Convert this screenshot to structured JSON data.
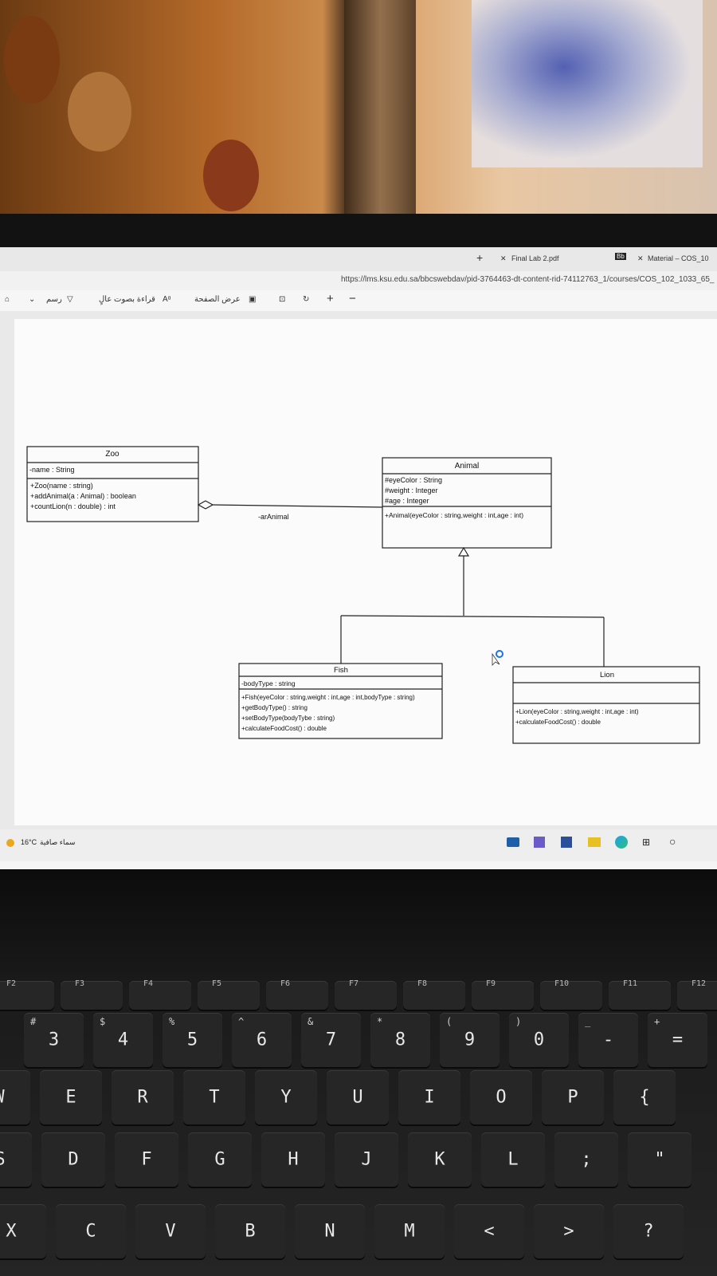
{
  "browser": {
    "tabs": [
      {
        "label": "Final Lab 2.pdf"
      },
      {
        "label": "Material – COS_10"
      }
    ],
    "url": "https://lms.ksu.edu.sa/bbcswebdav/pid-3764463-dt-content-rid-74112763_1/courses/COS_102_1033_65_",
    "toolbar": {
      "draw_label": "رسم",
      "read_aloud_label": "قراءة بصوت عالٍ",
      "page_view_label": "عرض الصفحة",
      "zoom_in": "+",
      "zoom_out": "−"
    }
  },
  "diagram": {
    "zoo": {
      "name": "Zoo",
      "attributes": [
        "-name : String"
      ],
      "methods": [
        "+Zoo(name : string)",
        "+addAnimal(a : Animal) : boolean",
        "+countLion(n : double) : int"
      ]
    },
    "animal": {
      "name": "Animal",
      "attributes": [
        "#eyeColor : String",
        "#weight : Integer",
        "#age : Integer"
      ],
      "methods": [
        "+Animal(eyeColor : string,weight : int,age : int)"
      ]
    },
    "fish": {
      "name": "Fish",
      "attributes": [
        "-bodyType : string"
      ],
      "methods": [
        "+Fish(eyeColor : string,weight : int,age : int,bodyType : string)",
        "+getBodyType() : string",
        "+setBodyType(bodyTybe : string)",
        "+calculateFoodCost() : double"
      ]
    },
    "lion": {
      "name": "Lion",
      "attributes": [],
      "methods": [
        "+Lion(eyeColor : string,weight : int,age : int)",
        "+calculateFoodCost() : double"
      ]
    },
    "association_label": "-arAnimal"
  },
  "taskbar": {
    "weather_temp": "16°C",
    "weather_desc": "سماء صافية"
  },
  "keyboard": {
    "fkeys": [
      "F2",
      "F3",
      "F4",
      "F5",
      "F6",
      "F7",
      "F8",
      "F9",
      "F10",
      "F11",
      "F12"
    ],
    "row_numbers": [
      {
        "main": "3",
        "sub": "#"
      },
      {
        "main": "4",
        "sub": "$"
      },
      {
        "main": "5",
        "sub": "%"
      },
      {
        "main": "6",
        "sub": "^"
      },
      {
        "main": "7",
        "sub": "&"
      },
      {
        "main": "8",
        "sub": "*"
      },
      {
        "main": "9",
        "sub": "("
      },
      {
        "main": "0",
        "sub": ")"
      },
      {
        "main": "-",
        "sub": "_"
      },
      {
        "main": "=",
        "sub": "+"
      }
    ],
    "row_top": [
      "W",
      "E",
      "R",
      "T",
      "Y",
      "U",
      "I",
      "O",
      "P",
      "{"
    ],
    "row_home": [
      "S",
      "D",
      "F",
      "G",
      "H",
      "J",
      "K",
      "L",
      ";",
      "\""
    ],
    "row_bottom": [
      "X",
      "C",
      "V",
      "B",
      "N",
      "M",
      "<",
      ">",
      "?"
    ]
  },
  "colors": {
    "screen_bg": "#f4f4f4",
    "diagram_line": "#222222",
    "key_bg": "#262626"
  }
}
